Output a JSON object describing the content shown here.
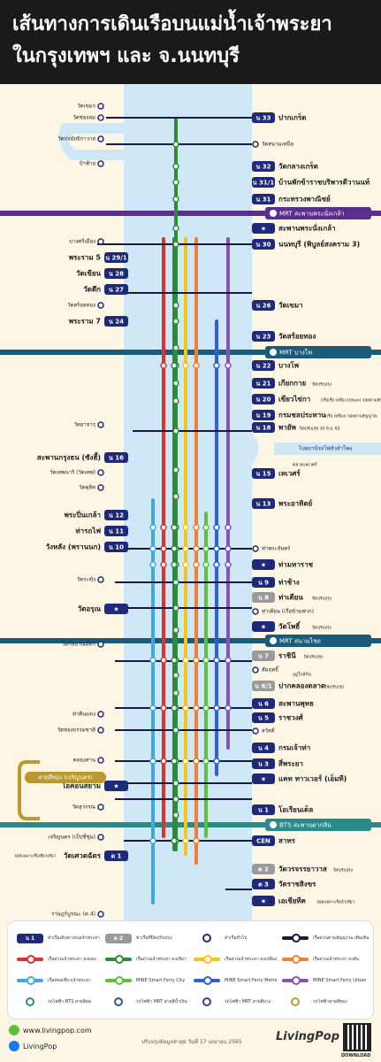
{
  "header": {
    "title_line1": "เส้นทางการเดินเรือบนแม่น้ำเจ้าพระยา",
    "title_line2": "ในกรุงเทพฯ และ จ.นนทบุรี"
  },
  "colors": {
    "blue_express": "#1e2a78",
    "red_express": "#e03030",
    "green_express": "#2e8b3a",
    "yellow_express": "#f5c518",
    "orange_express": "#f08030",
    "tourist_light_blue": "#3fa9e0",
    "mine_city_green": "#5cc23c",
    "mine_metro_blue": "#2f5ee0",
    "mine_urban_purple": "#8a52b8",
    "mrt_band": "#5a2e8c",
    "mrt_band_teal": "#1a5a7a",
    "bts_band": "#2a8a8a",
    "river": "#cfe8f7"
  },
  "piers_right": [
    {
      "code": "น 33",
      "name": "ปากเกร็ด",
      "note": ""
    },
    {
      "code": "",
      "name": "วัดสนามเหนือ",
      "note": ""
    },
    {
      "code": "น 32",
      "name": "วัดกลางเกร็ด",
      "note": ""
    },
    {
      "code": "น 31/1",
      "name": "บ้านพักข้าราชบริพารดีวานนท์",
      "note": ""
    },
    {
      "code": "น 31",
      "name": "กระทรวงพาณิชย์",
      "note": ""
    },
    {
      "code": "★",
      "name": "สะพานพระนั่งเกล้า",
      "note": ""
    },
    {
      "code": "น 30",
      "name": "นนทบุรี (พิบูลย์สงคราม 3)",
      "note": ""
    },
    {
      "code": "น 26",
      "name": "วัดเขมา",
      "note": ""
    },
    {
      "code": "น 23",
      "name": "วัดสร้อยทอง",
      "note": ""
    },
    {
      "code": "น 22",
      "name": "บางโพ",
      "note": ""
    },
    {
      "code": "น 21",
      "name": "เกียกกาย",
      "note": "ปิดปรับปรุง"
    },
    {
      "code": "น 20",
      "name": "เขียวไข่กา",
      "note": "(เรือเรือ เหลือง Urban) จอดตามสัญญาณ"
    },
    {
      "code": "น 19",
      "name": "กรมชลประทาน",
      "note": "(เรือ เหลือง) จอดตามสัญญาณ"
    },
    {
      "code": "น 18",
      "name": "พายัพ",
      "note": "ปิดปรับปรุง 30 มิ.ย. 65"
    },
    {
      "code": "น 15",
      "name": "เทเวศร์",
      "note": ""
    },
    {
      "code": "น 13",
      "name": "พระอาทิตย์",
      "note": ""
    },
    {
      "code": "",
      "name": "ท่าพระจันทร์",
      "note": ""
    },
    {
      "code": "★",
      "name": "ท่ามหาราช",
      "note": ""
    },
    {
      "code": "น 9",
      "name": "ท่าช้าง",
      "note": ""
    },
    {
      "code": "น 8",
      "name": "ท่าเตียน",
      "note": "ปิดปรับปรุง"
    },
    {
      "code": "",
      "name": "ท่าเตียน (เรือข้ามฟาก)",
      "note": ""
    },
    {
      "code": "★",
      "name": "วัดโพธิ์",
      "note": "ปิดปรับปรุง"
    },
    {
      "code": "น 7",
      "name": "ราชินี",
      "note": "ปิดปรับปรุง"
    },
    {
      "code": "",
      "name": "สัมฤทธิ์",
      "note": ""
    },
    {
      "code": "น 6/1",
      "name": "ปากคลองตลาด",
      "note": "ปิดปรับปรุง"
    },
    {
      "code": "น 6",
      "name": "สะพานพุทธ",
      "note": ""
    },
    {
      "code": "น 5",
      "name": "ราชวงศ์",
      "note": ""
    },
    {
      "code": "",
      "name": "สวัสดี",
      "note": ""
    },
    {
      "code": "น 4",
      "name": "กรมเจ้าท่า",
      "note": ""
    },
    {
      "code": "น 3",
      "name": "สี่พระยา",
      "note": ""
    },
    {
      "code": "★",
      "name": "แคท ทาวเวอร์ (เอ็มที)",
      "note": ""
    },
    {
      "code": "น 1",
      "name": "โอเรียนเต็ล",
      "note": ""
    },
    {
      "code": "CEN",
      "name": "สาทร",
      "note": ""
    },
    {
      "code": "ต 2",
      "name": "วัดวรจรรยาวาส",
      "note": "ปิดปรับปรุง"
    },
    {
      "code": "ต 3",
      "name": "วัดราชสิงขร",
      "note": ""
    },
    {
      "code": "★",
      "name": "เอเชียทีค",
      "note": "จอดเฉพาะเรือนำเที่ยว"
    }
  ],
  "piers_left": [
    {
      "code": "",
      "name": "วัดเขมร"
    },
    {
      "code": "",
      "name": "วัดช่องลม"
    },
    {
      "code": "",
      "name": "วัดปรมัยยิกาวาส"
    },
    {
      "code": "",
      "name": "ป้าฟ้าย"
    },
    {
      "code": "",
      "name": "บางศรีเมือง"
    },
    {
      "code": "น 29/1",
      "name": "พระราม 5"
    },
    {
      "code": "น 28",
      "name": "วัดเขียน"
    },
    {
      "code": "น 27",
      "name": "วัดตึก"
    },
    {
      "code": "",
      "name": "วัดสร้อยทอง"
    },
    {
      "code": "น 24",
      "name": "พระราม 7"
    },
    {
      "code": "",
      "name": "วัดอาจารุ"
    },
    {
      "code": "น 16",
      "name": "สะพานกรุงธน (ซังฮี้)"
    },
    {
      "code": "",
      "name": "วัดเทพนารี (วัดเทพ)"
    },
    {
      "code": "",
      "name": "วัดดุสิต"
    },
    {
      "code": "น 12",
      "name": "พระปิ่นเกล้า"
    },
    {
      "code": "น 11",
      "name": "ท่ารถไฟ"
    },
    {
      "code": "น 10",
      "name": "วังหลัง (พรานนก)"
    },
    {
      "code": "",
      "name": "วัดระฆัง"
    },
    {
      "code": "★",
      "name": "วัดอรุณ"
    },
    {
      "code": "",
      "name": "วัดกัลยาณมิตร"
    },
    {
      "code": "",
      "name": "ท่าดินแดง"
    },
    {
      "code": "",
      "name": "วัดทองธรรมชาติ"
    },
    {
      "code": "",
      "name": "คลองสาน"
    },
    {
      "code": "★",
      "name": "ไอคอนสยาม"
    },
    {
      "code": "",
      "name": "วัดสุวรรณ"
    },
    {
      "code": "",
      "name": "เจริญนคร (เป็ปซี่ชุ่ม)"
    },
    {
      "code": "ต 1",
      "name": "วัดเศวตฉัตร"
    },
    {
      "code": "",
      "name": "ราษฎร์บูรณะ (ต 4)"
    }
  ],
  "transfers": {
    "mrt_pranangklao": "MRT สะพานพระนั่งเกล้า",
    "mrt_bangpho": "MRT บางโพ",
    "rail_link": "ไปสถานีรถไฟหัวลำโพง",
    "mrt_sanamchai": "MRT สนามไชย",
    "bts_saphantaksin": "BTS สะพานตากสิน",
    "gold_line": "สายสีทอง (เจริญนคร)",
    "pier_notes": {
      "rachini_grouping": "อยู่ใกล้กัน",
      "wat_sewtachat_note": "จอดเฉพาะเรือเที่ยวเดียว",
      "thewet_note": "ตลาดเทเวศร์"
    }
  },
  "legend": {
    "items": [
      {
        "kind": "badge",
        "color": "#1e2a78",
        "badge": "น 1",
        "label": "ท่าเรือเดินทางบนเจ้าพระยา"
      },
      {
        "kind": "badge",
        "color": "#9a9a9a",
        "badge": "ต 2",
        "label": "ท่าเรือที่ปิดปรับปรุง"
      },
      {
        "kind": "circle",
        "color": "#1e2a78",
        "label": "ท่าเรือทั่วไป"
      },
      {
        "kind": "line",
        "color": "#1a1a40",
        "label": "เรือด่วนตามสัญญาณ เพิ่มเติม"
      },
      {
        "kind": "line",
        "color": "#e03030",
        "label": "เรือด่วนเจ้าพระยา ธงแดง"
      },
      {
        "kind": "line",
        "color": "#2e8b3a",
        "label": "เรือด่วนเจ้าพระยา ธงเขียว"
      },
      {
        "kind": "line",
        "color": "#f5c518",
        "label": "เรือด่วนเจ้าพระยา ธงเหลือง"
      },
      {
        "kind": "line",
        "color": "#f08030",
        "label": "เรือด่วนเจ้าพระยา ธงส้ม"
      },
      {
        "kind": "line",
        "color": "#3fa9e0",
        "label": "เรือท่องเที่ยวเจ้าพระยา"
      },
      {
        "kind": "line",
        "color": "#5cc23c",
        "label": "MINE Smart Ferry City"
      },
      {
        "kind": "line",
        "color": "#2f5ee0",
        "label": "MINE Smart Ferry Metro"
      },
      {
        "kind": "line",
        "color": "#8a52b8",
        "label": "MINE Smart Ferry Urban"
      },
      {
        "kind": "circle",
        "color": "#2a8a8a",
        "label": "รถไฟฟ้า BTS สายสีลม"
      },
      {
        "kind": "circle",
        "color": "#2a5a80",
        "label": "รถไฟฟ้า MRT สายสีน้ำเงิน"
      },
      {
        "kind": "circle",
        "color": "#5a2e8c",
        "label": "รถไฟฟ้า MRT สายสีม่วง"
      },
      {
        "kind": "circle",
        "color": "#b89a30",
        "label": "รถไฟฟ้าสายสีทอง"
      }
    ]
  },
  "footer": {
    "website": "www.livingpop.com",
    "facebook": "LivingPop",
    "updated": "ปรับปรุงข้อมูลล่าสุด วันที่ 17 เมษายน 2565",
    "brand": "LivingPop",
    "qr_label": "DOWNLOAD"
  }
}
